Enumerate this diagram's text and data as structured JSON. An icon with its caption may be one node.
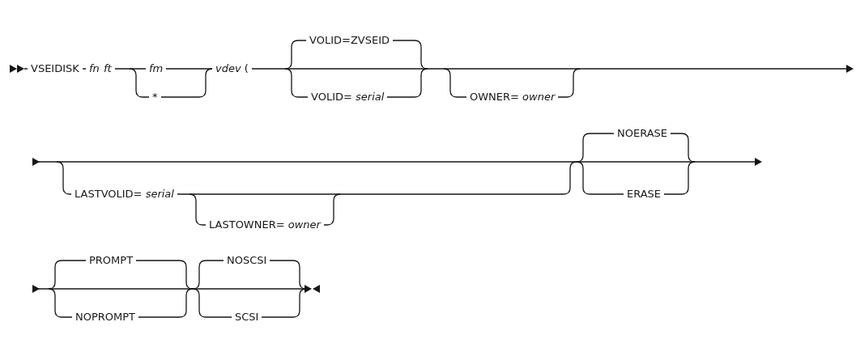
{
  "diagram": {
    "labels": [
      "VSEIDISK",
      "fn",
      "ft",
      "fm",
      "*",
      "*vdev* (",
      "VOLID=ZVSEID",
      "VOLID= *serial*",
      "OWNER= *owner*",
      "LASTVOLID= *serial*",
      "LASTOWNER= *owner*",
      "NOERASE",
      "ERASE",
      "PROMPT",
      "NOPROMPT",
      "NOSCSI",
      "SCSI"
    ]
  }
}
